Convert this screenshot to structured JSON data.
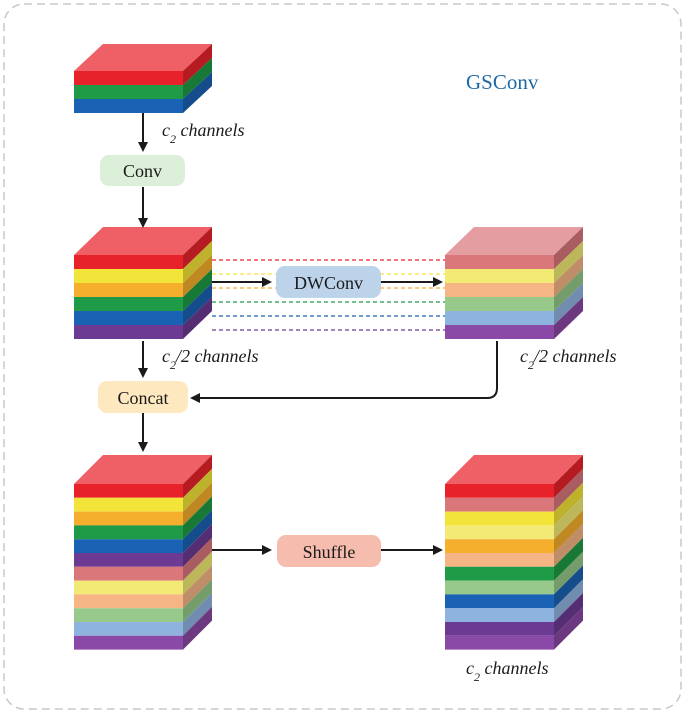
{
  "title": "GSConv",
  "labels": {
    "conv": "Conv",
    "dwconv": "DWConv",
    "concat": "Concat",
    "shuffle": "Shuffle",
    "c": "c",
    "sub": "2",
    "c2_channels": " channels",
    "c2_half_channels": "/2 channels"
  },
  "colors": {
    "title": "#1f6aa5",
    "conv_box": "#dcefd8",
    "dwconv_box": "#bcd3ea",
    "concat_box": "#fde8c0",
    "shuffle_box": "#f6bcae",
    "red": "#e8222a",
    "yellow": "#f3e43a",
    "orange": "#f6ae2d",
    "green": "#1f9b47",
    "blue": "#1a62b3",
    "purple": "#6c3a93",
    "light_red": "#d9777b",
    "light_yellow": "#f2ea75",
    "light_orange": "#f5b585",
    "light_green": "#96c98a",
    "light_blue": "#8fb3df",
    "light_purple": "#8a49a6",
    "frame": "#c8c8c8",
    "arrow": "#1a1a1a"
  },
  "stacks": {
    "input": [
      "red",
      "green",
      "blue"
    ],
    "conv_out": [
      "red",
      "yellow",
      "orange",
      "green",
      "blue",
      "purple"
    ],
    "dw_out": [
      "light_red",
      "light_yellow",
      "light_orange",
      "light_green",
      "light_blue",
      "light_purple"
    ],
    "concat_out": [
      "red",
      "yellow",
      "orange",
      "green",
      "blue",
      "purple",
      "light_red",
      "light_yellow",
      "light_orange",
      "light_green",
      "light_blue",
      "light_purple"
    ],
    "shuffle_out": [
      "red",
      "light_red",
      "yellow",
      "light_yellow",
      "orange",
      "light_orange",
      "green",
      "light_green",
      "blue",
      "light_blue",
      "purple",
      "light_purple"
    ]
  }
}
